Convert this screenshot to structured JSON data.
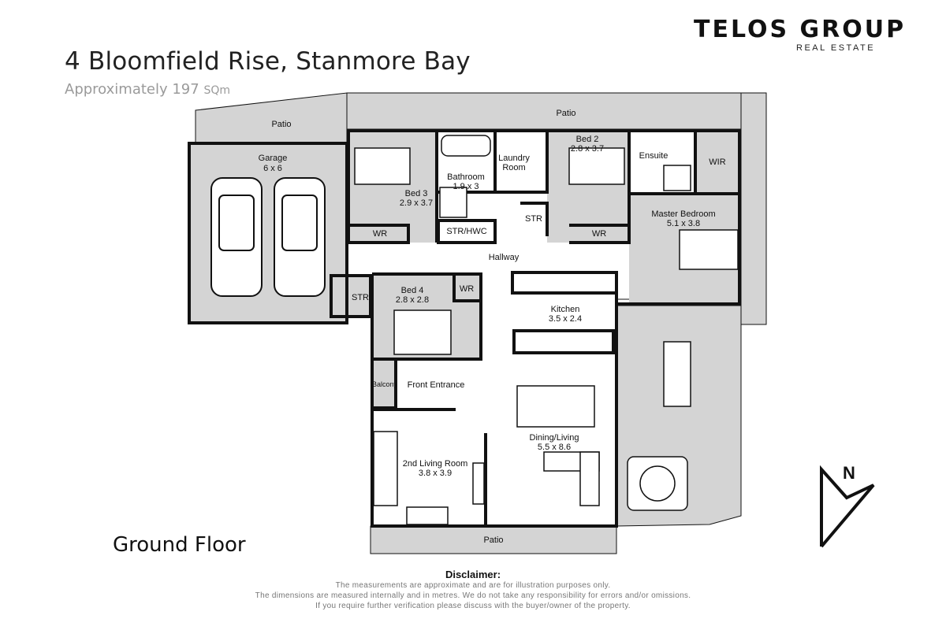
{
  "header": {
    "address": "4 Bloomfield Rise, Stanmore Bay",
    "area_prefix": "Approximately 197",
    "area_unit": "SQm"
  },
  "brand": {
    "name": "TELOS GROUP",
    "sub": "REAL ESTATE"
  },
  "floor_label": "Ground Floor",
  "rooms": {
    "patio_top_left": "Patio",
    "garage": "Garage",
    "garage_dim": "6 x 6",
    "patio_top": "Patio",
    "bed3": "Bed 3",
    "bed3_dim": "2.9 x 3.7",
    "bathroom": "Bathroom",
    "bathroom_dim": "1.9 x 3",
    "laundry_1": "Laundry",
    "laundry_2": "Room",
    "bed2": "Bed 2",
    "bed2_dim": "2.8 x 3.7",
    "ensuite": "Ensuite",
    "wir": "WIR",
    "master": "Master Bedroom",
    "master_dim": "5.1 x 3.8",
    "wr_bed3": "WR",
    "str_hwc": "STR/HWC",
    "str_mid": "STR",
    "wr_bed2": "WR",
    "hallway": "Hallway",
    "str_garage": "STR",
    "bed4": "Bed 4",
    "bed4_dim": "2.8 x 2.8",
    "wr_bed4": "WR",
    "kitchen": "Kitchen",
    "kitchen_dim": "3.5 x 2.4",
    "balcony": "Balcony",
    "front_entrance": "Front Entrance",
    "dining": "Dining/Living",
    "dining_dim": "5.5 x 8.6",
    "living2": "2nd Living Room",
    "living2_dim": "3.8 x 3.9",
    "patio_bottom": "Patio",
    "compass": "N"
  },
  "colors": {
    "wall": "#111111",
    "grey_area": "#d4d4d4",
    "interior": "#ffffff"
  },
  "disclaimer": {
    "title": "Disclaimer:",
    "line1": "The measurements are approximate and are for illustration purposes only.",
    "line2": "The dimensions are measured internally and in metres. We do not take any responsibility for errors and/or omissions.",
    "line3": "If you require further verification please discuss with the buyer/owner of the property."
  }
}
